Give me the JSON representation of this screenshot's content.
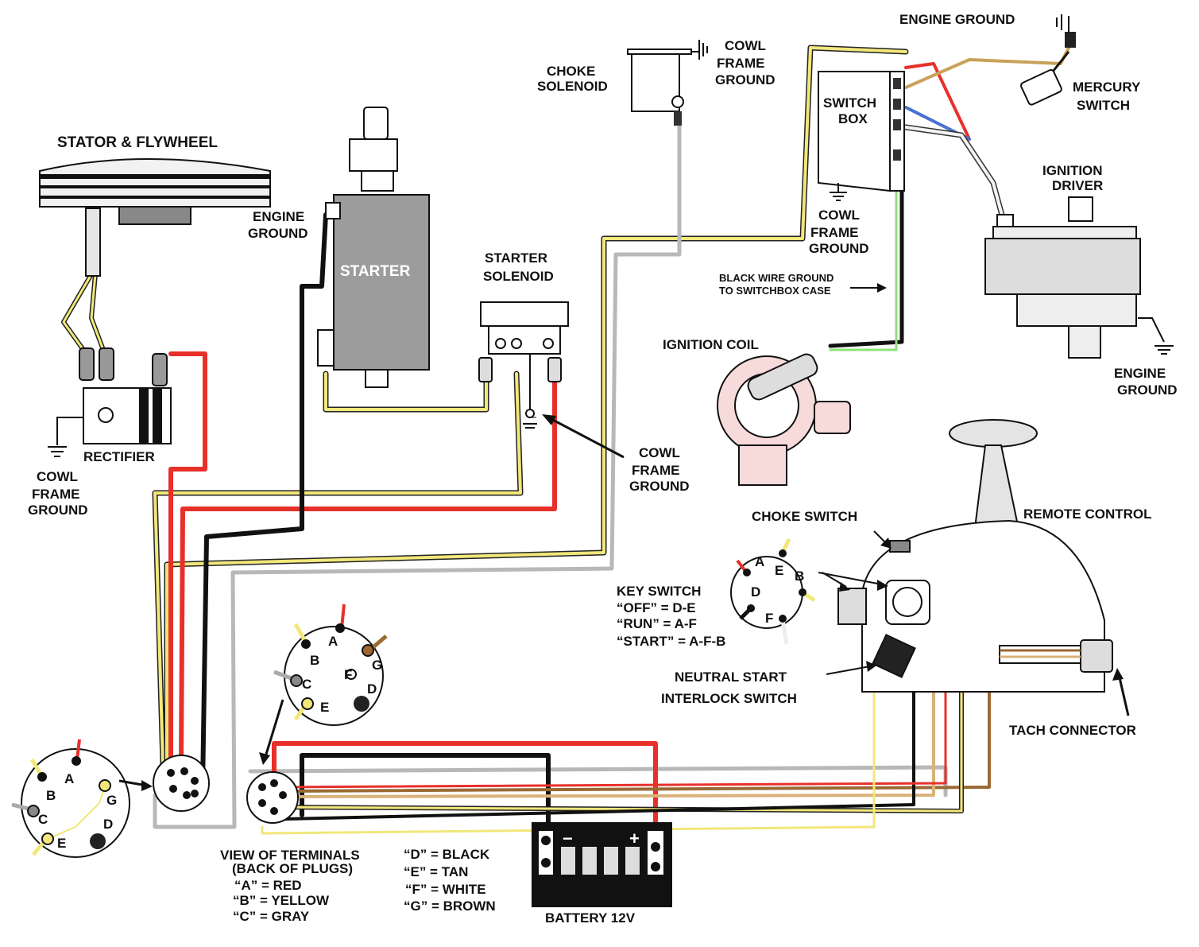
{
  "labels": {
    "stator_flywheel": "STATOR & FLYWHEEL",
    "engine_ground_starter_1": "ENGINE",
    "engine_ground_starter_2": "GROUND",
    "starter": "STARTER",
    "choke_solenoid_1": "CHOKE",
    "choke_solenoid_2": "SOLENOID",
    "cowl_top_1": "COWL",
    "cowl_top_2": "FRAME",
    "cowl_top_3": "GROUND",
    "engine_ground_top": "ENGINE GROUND",
    "switch_box_1": "SWITCH",
    "switch_box_2": "BOX",
    "mercury_1": "MERCURY",
    "mercury_2": "SWITCH",
    "ignition_driver_1": "IGNITION",
    "ignition_driver_2": "DRIVER",
    "cowl_switch_1": "COWL",
    "cowl_switch_2": "FRAME",
    "cowl_switch_3": "GROUND",
    "black_wire_1": "BLACK WIRE GROUND",
    "black_wire_2": "TO SWITCHBOX CASE",
    "starter_solenoid_1": "STARTER",
    "starter_solenoid_2": "SOLENOID",
    "ignition_coil": "IGNITION COIL",
    "engine_ground_right_1": "ENGINE",
    "engine_ground_right_2": "GROUND",
    "rectifier": "RECTIFIER",
    "cowl_left_1": "COWL",
    "cowl_left_2": "FRAME",
    "cowl_left_3": "GROUND",
    "cowl_mid_1": "COWL",
    "cowl_mid_2": "FRAME",
    "cowl_mid_3": "GROUND",
    "choke_switch": "CHOKE SWITCH",
    "remote_control": "REMOTE CONTROL",
    "key_switch_1": "KEY SWITCH",
    "key_switch_2": "“OFF” = D-E",
    "key_switch_3": "“RUN” = A-F",
    "key_switch_4": "“START” = A-F-B",
    "neutral_1": "NEUTRAL START",
    "neutral_2": "INTERLOCK SWITCH",
    "tach": "TACH CONNECTOR",
    "view_1": "VIEW OF TERMINALS",
    "view_2": "(BACK OF PLUGS)",
    "battery": "BATTERY 12V",
    "battery_minus": "−",
    "battery_plus": "+"
  },
  "legend": [
    "“A” = RED",
    "“B” = YELLOW",
    "“C” = GRAY",
    "“D” = BLACK",
    "“E” = TAN",
    "“F” = WHITE",
    "“G” = BROWN"
  ],
  "pins": {
    "A": "A",
    "B": "B",
    "C": "C",
    "D": "D",
    "E": "E",
    "F": "F",
    "G": "G"
  },
  "colors": {
    "red": "#e8302a",
    "yellow": "#f2e77a",
    "gray": "#b8b8b8",
    "black": "#111111",
    "tan": "#d9b27a",
    "white": "#f4f4f4",
    "brown": "#9a6a35",
    "blue": "#4a6fd0",
    "green": "#8ce07a"
  }
}
